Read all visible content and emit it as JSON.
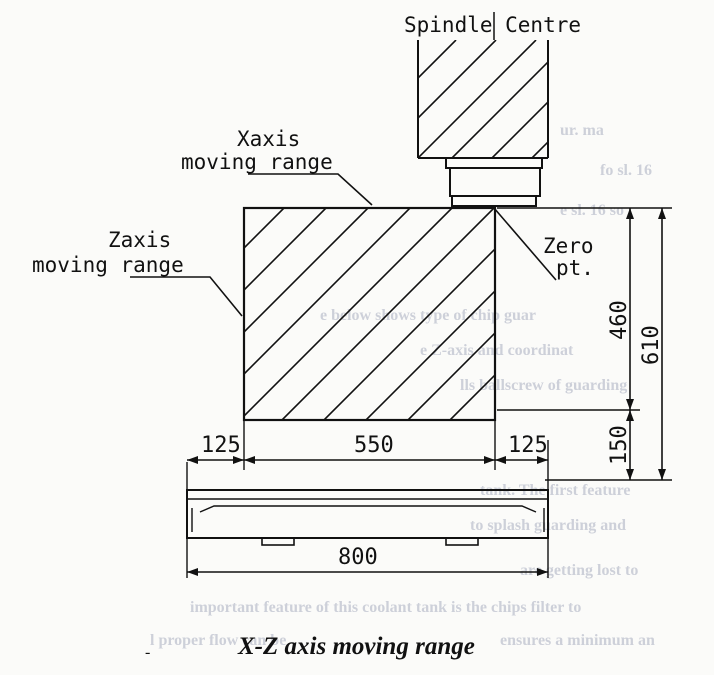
{
  "labels": {
    "spindle": "Spindle Centre",
    "x_axis_line1": "Xaxis",
    "x_axis_line2": "moving range",
    "z_axis_line1": "Zaxis",
    "z_axis_line2": "moving range",
    "zero_line1": "Zero",
    "zero_line2": "pt."
  },
  "dimensions": {
    "left_margin": "125",
    "x_range": "550",
    "right_margin": "125",
    "total_width": "800",
    "z_range": "460",
    "z_total": "610",
    "z_bottom": "150"
  },
  "caption": "X-Z axis moving range",
  "colors": {
    "ink": "#111111",
    "background": "#fbfbf9",
    "show_through": "#c9ccd6"
  }
}
